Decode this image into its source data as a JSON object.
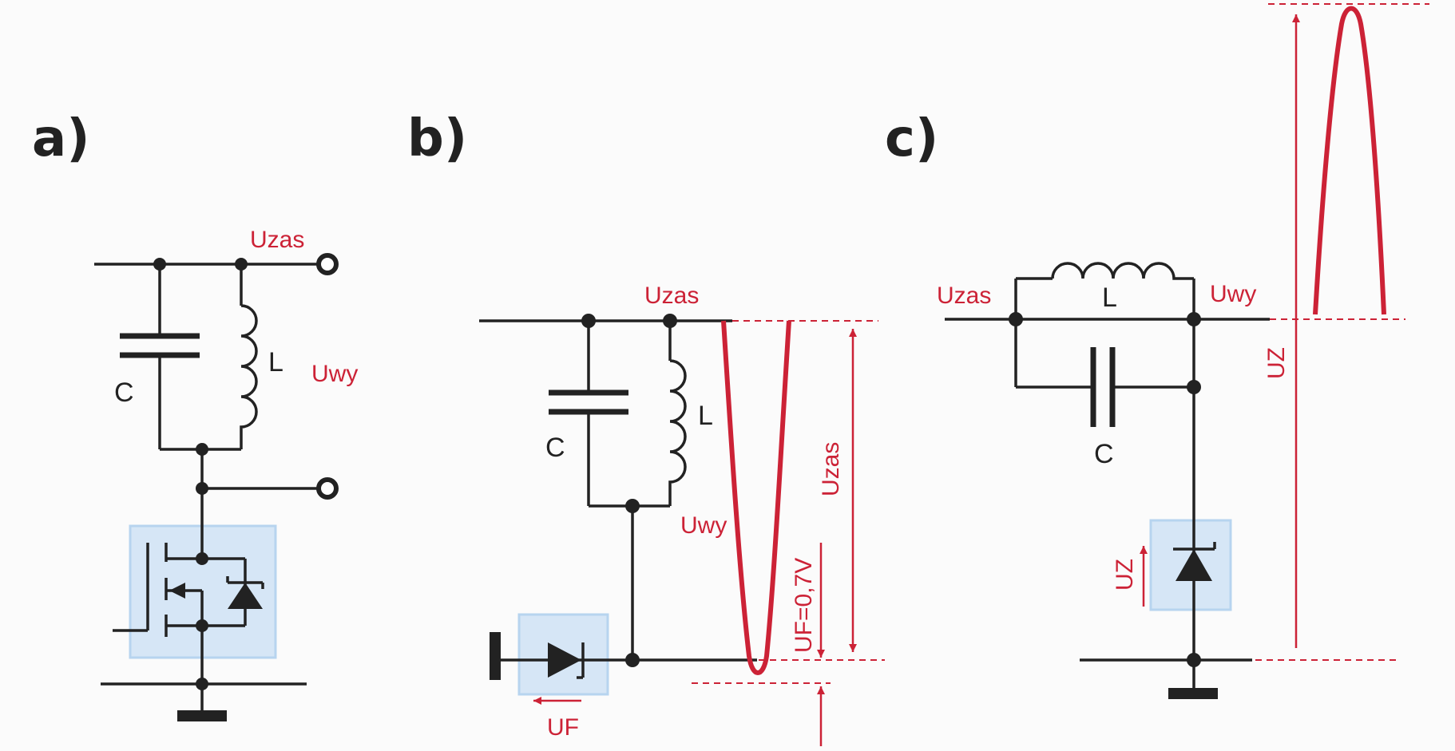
{
  "panels": {
    "a": {
      "title": "a)",
      "u_zas": "Uzas",
      "u_wy": "Uwy",
      "cap": "C",
      "ind": "L"
    },
    "b": {
      "title": "b)",
      "u_zas_top": "Uzas",
      "u_zas_side": "Uzas",
      "u_wy": "Uwy",
      "cap": "C",
      "ind": "L",
      "uf_eq": "UF=0,7V",
      "uf": "UF"
    },
    "c": {
      "title": "c)",
      "u_zas": "Uzas",
      "u_wy": "Uwy",
      "cap": "C",
      "ind": "L",
      "uz_diode": "UZ",
      "uz_peak": "UZ"
    }
  },
  "colors": {
    "accent": "#cc2236",
    "wire": "#222222",
    "highlight": "#d6e6f6"
  }
}
